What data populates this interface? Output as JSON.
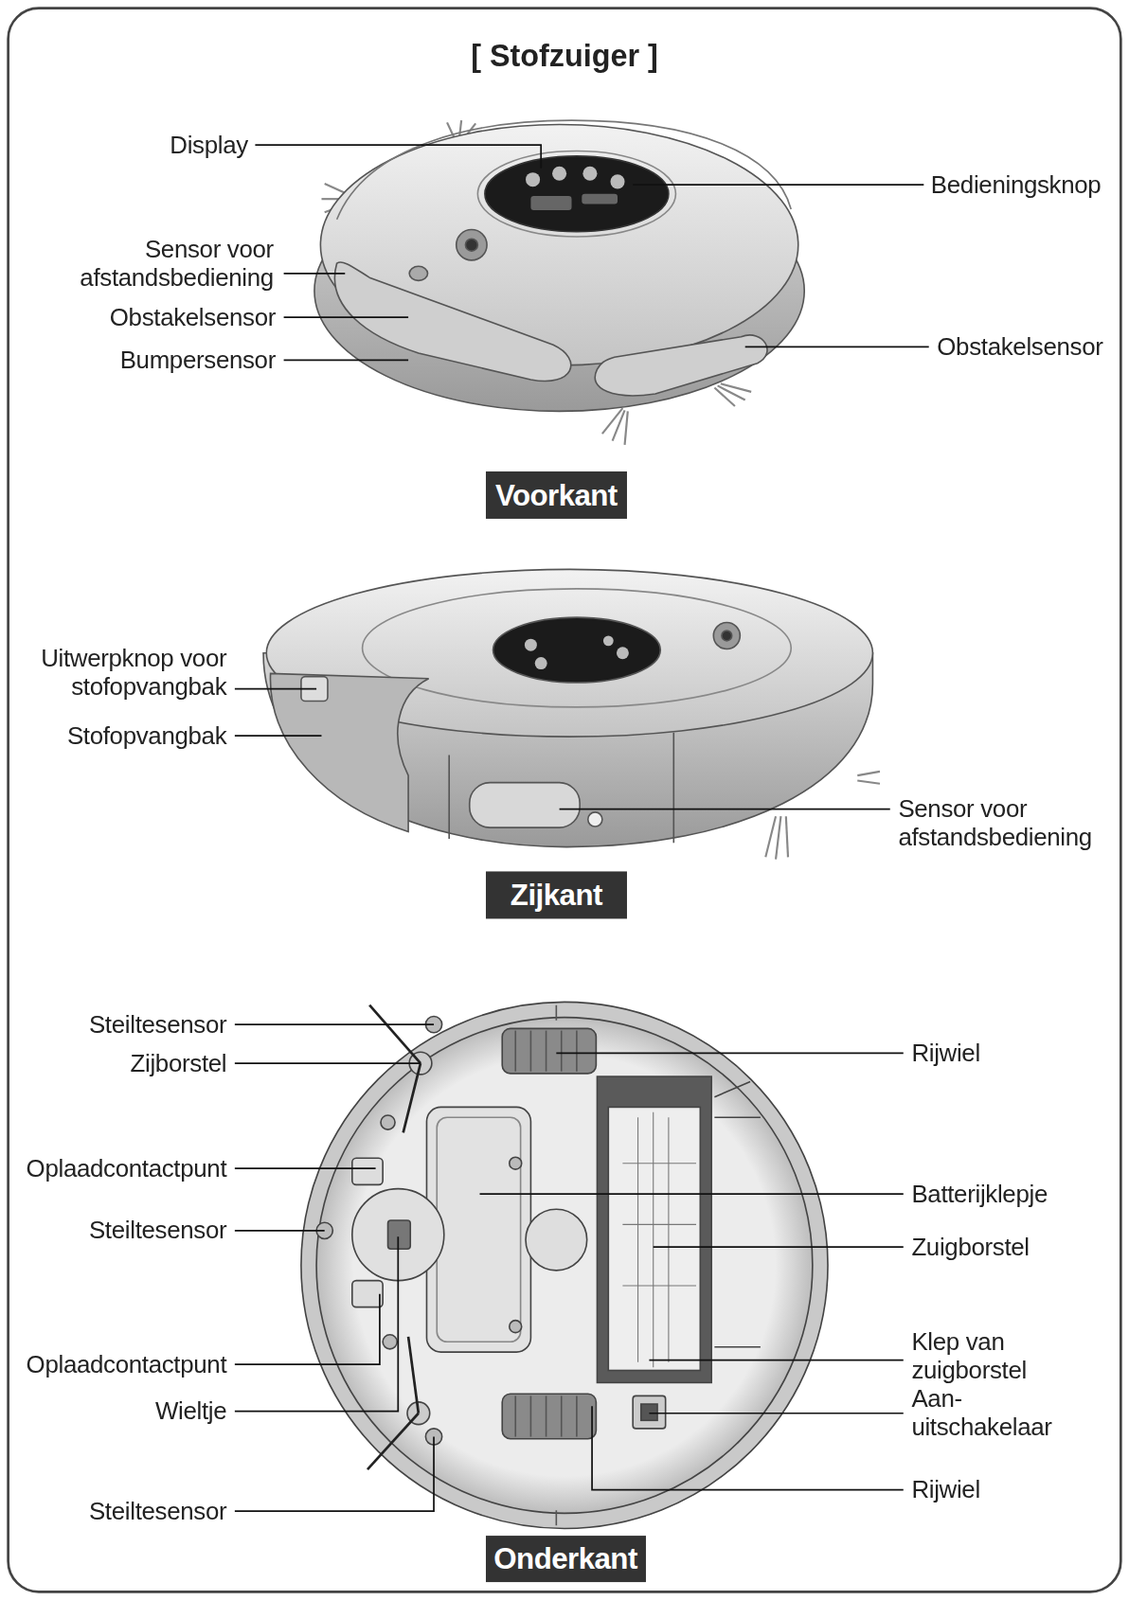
{
  "diagram": {
    "title": "[ Stofzuiger ]",
    "nodes": [
      {
        "text": [
          "Voorkant"
        ]
      },
      {
        "text": [
          "Zijkant"
        ]
      },
      {
        "text": [
          "Onderkant"
        ]
      }
    ],
    "labels": [
      "Display",
      "Bedieningsknop",
      "Sensor voor afstandsbediening",
      "Obstakelsensor",
      "Bumpersensor",
      "Obstakelsensor",
      "Uitwerpknop voor stofopvangbak",
      "Stofopvangbak",
      "Sensor voor afstandsbediening",
      "Steiltesensor",
      "Zijborstel",
      "Rijwiel",
      "Oplaadcontactpunt",
      "Batterijklepje",
      "Steiltesensor",
      "Zuigborstel",
      "Oplaadcontactpunt",
      "Klep van zuigborstel",
      "Wieltje",
      "Aan- uitschakelaar",
      "Rijwiel",
      "Steiltesensor"
    ]
  }
}
